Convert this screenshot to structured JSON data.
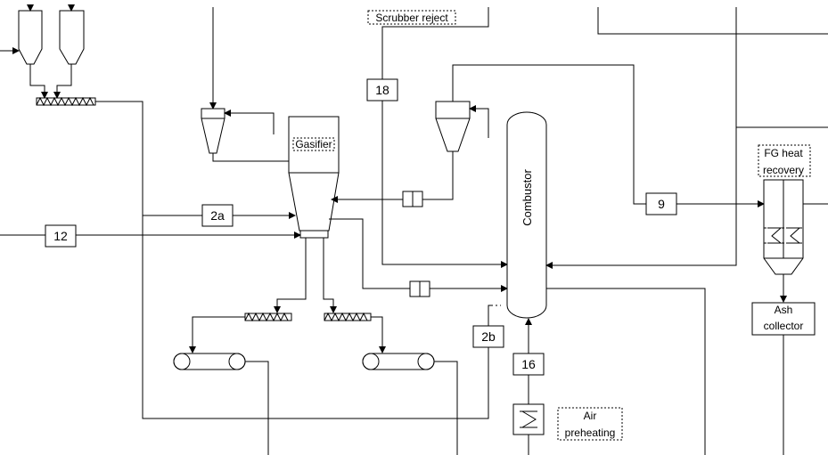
{
  "labels": {
    "scrubber_reject": "Scrubber reject",
    "gasifier": "Gasifier",
    "combustor": "Combustor",
    "fg_heat_recovery_line1": "FG heat",
    "fg_heat_recovery_line2": "recovery",
    "ash_collector_line1": "Ash",
    "ash_collector_line2": "collector",
    "air_preheating_line1": "Air",
    "air_preheating_line2": "preheating"
  },
  "streams": {
    "s18": "18",
    "s2a": "2a",
    "s12": "12",
    "s9": "9",
    "s2b": "2b",
    "s16": "16"
  }
}
